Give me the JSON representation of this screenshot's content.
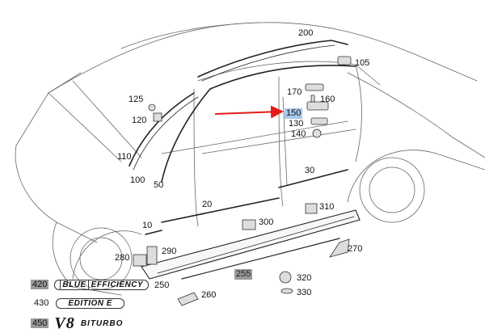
{
  "parts": [
    {
      "id": "p200",
      "text": "200"
    },
    {
      "id": "p105",
      "text": "105"
    },
    {
      "id": "p170",
      "text": "170"
    },
    {
      "id": "p160",
      "text": "160"
    },
    {
      "id": "p150",
      "text": "150",
      "highlight": "blue"
    },
    {
      "id": "p130",
      "text": "130"
    },
    {
      "id": "p140",
      "text": "140"
    },
    {
      "id": "p125",
      "text": "125"
    },
    {
      "id": "p120",
      "text": "120"
    },
    {
      "id": "p110",
      "text": "110"
    },
    {
      "id": "p100",
      "text": "100"
    },
    {
      "id": "p50",
      "text": "50"
    },
    {
      "id": "p30",
      "text": "30"
    },
    {
      "id": "p20",
      "text": "20"
    },
    {
      "id": "p10",
      "text": "10"
    },
    {
      "id": "p310",
      "text": "310"
    },
    {
      "id": "p300",
      "text": "300"
    },
    {
      "id": "p270",
      "text": "270"
    },
    {
      "id": "p280",
      "text": "280"
    },
    {
      "id": "p290",
      "text": "290"
    },
    {
      "id": "p250",
      "text": "250"
    },
    {
      "id": "p255",
      "text": "255",
      "highlight": "gray"
    },
    {
      "id": "p320",
      "text": "320"
    },
    {
      "id": "p330",
      "text": "330"
    },
    {
      "id": "p260",
      "text": "260"
    }
  ],
  "emblems": [
    {
      "num": "420",
      "num_highlight": "gray",
      "badge_box": "BLUE",
      "badge_text": "EFFICIENCY"
    },
    {
      "num": "430",
      "badge_text": "EDITION E"
    },
    {
      "num": "450",
      "num_highlight": "gray",
      "v8": "V8",
      "biturbo": "BITURBO"
    }
  ],
  "colors": {
    "arrow": "#e21b1b",
    "line": "#555555",
    "highlight_blue": "#a8c8ea",
    "highlight_gray": "#9a9a9a"
  }
}
